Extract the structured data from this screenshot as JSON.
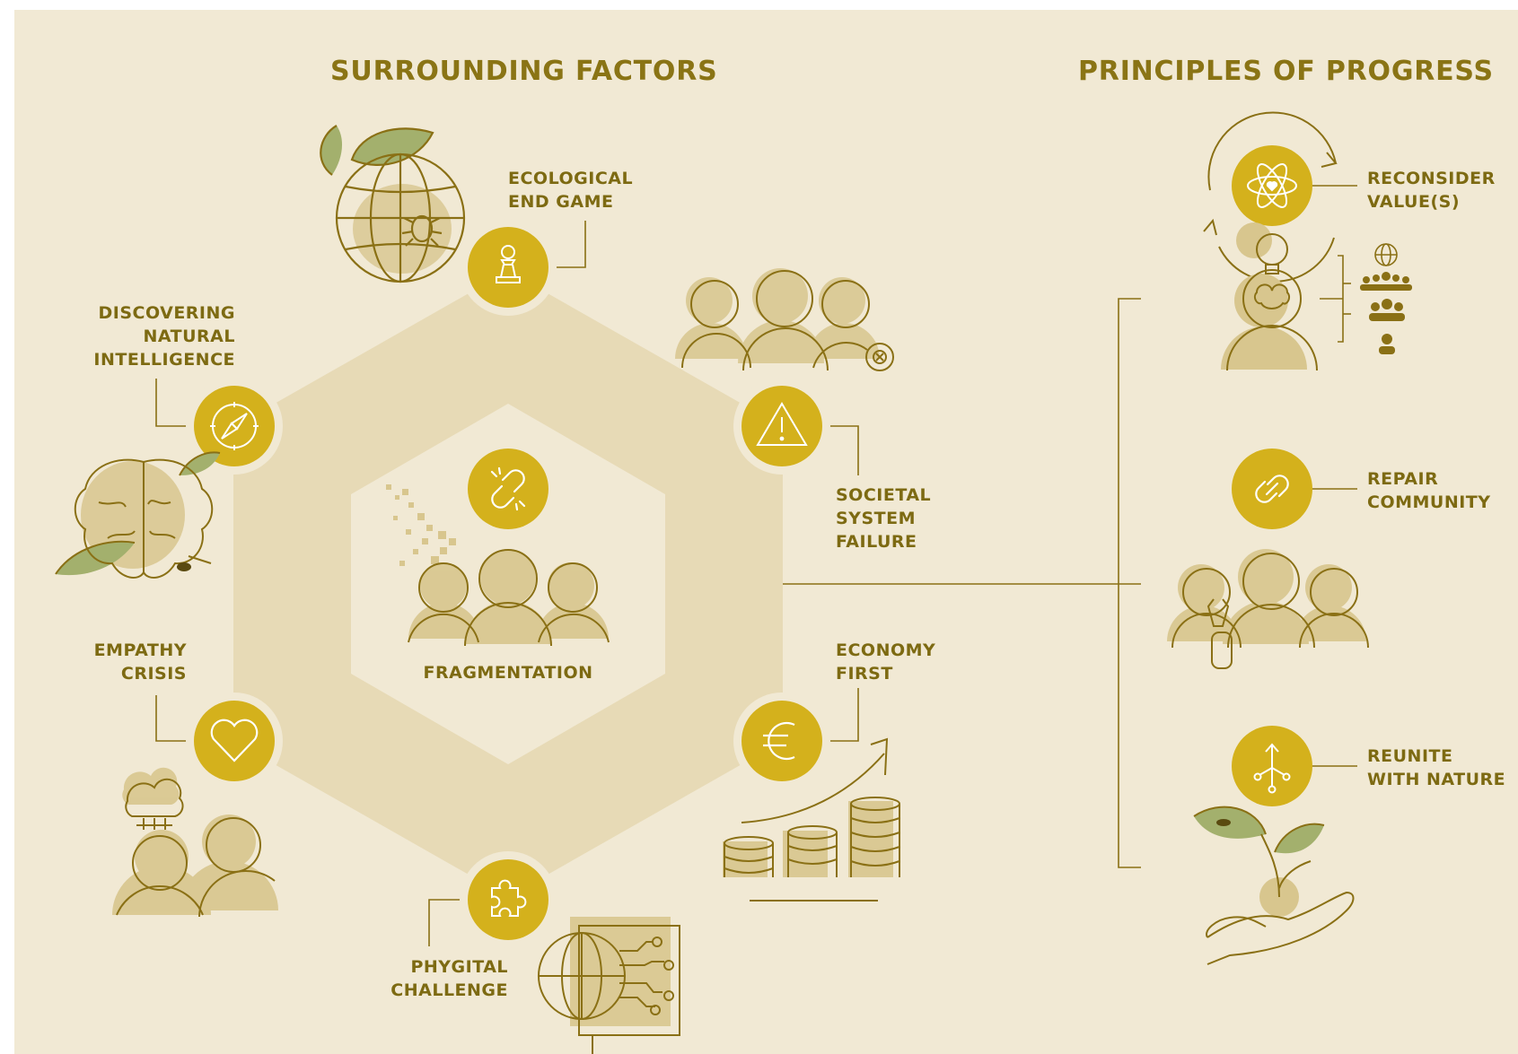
{
  "colors": {
    "background": "#f1e9d4",
    "hexagon_outer": "#e7dab6",
    "hexagon_inner": "#f1e9d4",
    "accent_yellow": "#d4b11c",
    "text_olive": "#8a7415",
    "line_olive": "#8a7015",
    "leaf_green": "#a3b06d",
    "shape_tan": "#d8c68e"
  },
  "titles": {
    "surrounding_factors": "SURROUNDING FACTORS",
    "principles_of_progress": "PRINCIPLES OF PROGRESS"
  },
  "factors": {
    "ecological": {
      "line1": "ECOLOGICAL",
      "line2": "END GAME",
      "icon": "chess-pawn-icon"
    },
    "natural_intelligence": {
      "line1": "DISCOVERING",
      "line2": "NATURAL",
      "line3": "INTELLIGENCE",
      "icon": "compass-icon"
    },
    "societal": {
      "line1": "SOCIETAL",
      "line2": "SYSTEM",
      "line3": "FAILURE",
      "icon": "warning-icon"
    },
    "fragmentation": {
      "line1": "FRAGMENTATION",
      "icon": "broken-link-icon"
    },
    "economy": {
      "line1": "ECONOMY",
      "line2": "FIRST",
      "icon": "euro-icon"
    },
    "empathy": {
      "line1": "EMPATHY",
      "line2": "CRISIS",
      "icon": "heart-icon"
    },
    "phygital": {
      "line1": "PHYGITAL",
      "line2": "CHALLENGE",
      "icon": "puzzle-icon"
    }
  },
  "principles": {
    "reconsider": {
      "line1": "RECONSIDER",
      "line2": "VALUE(S)",
      "icon": "atom-heart-icon"
    },
    "repair": {
      "line1": "REPAIR",
      "line2": "COMMUNITY",
      "icon": "link-icon"
    },
    "reunite": {
      "line1": "REUNITE",
      "line2": "WITH NATURE",
      "icon": "branch-arrow-icon"
    }
  }
}
